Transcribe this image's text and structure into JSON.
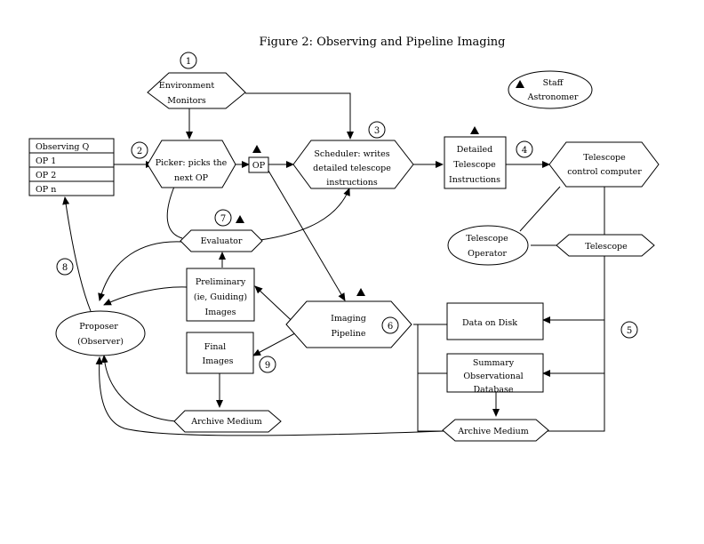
{
  "title": "Figure 2: Observing and Pipeline Imaging",
  "queue": {
    "header": "Observing Q",
    "rows": [
      "OP 1",
      "OP 2",
      "OP n"
    ]
  },
  "nodes": {
    "env_monitors": [
      "Environment",
      "Monitors"
    ],
    "picker": [
      "Picker: picks the",
      "next OP"
    ],
    "op_box": "OP",
    "scheduler": [
      "Scheduler: writes",
      "detailed telescope",
      "instructions"
    ],
    "detailed_instr": [
      "Detailed",
      "Telescope",
      "Instructions"
    ],
    "tcc": [
      "Telescope",
      "control computer"
    ],
    "staff": [
      "Staff",
      "Astronomer"
    ],
    "operator": [
      "Telescope",
      "Operator"
    ],
    "telescope": "Telescope",
    "evaluator": "Evaluator",
    "prelim": [
      "Preliminary",
      "(ie, Guiding)",
      "Images"
    ],
    "proposer": [
      "Proposer",
      "(Observer)"
    ],
    "pipeline": [
      "Imaging",
      "Pipeline"
    ],
    "final": [
      "Final",
      "Images"
    ],
    "data_disk": "Data on Disk",
    "summary_db": [
      "Summary",
      "Observational",
      "Database"
    ],
    "archive1": "Archive Medium",
    "archive2": "Archive Medium"
  },
  "step_numbers": [
    "1",
    "2",
    "3",
    "4",
    "5",
    "6",
    "7",
    "8",
    "9"
  ]
}
